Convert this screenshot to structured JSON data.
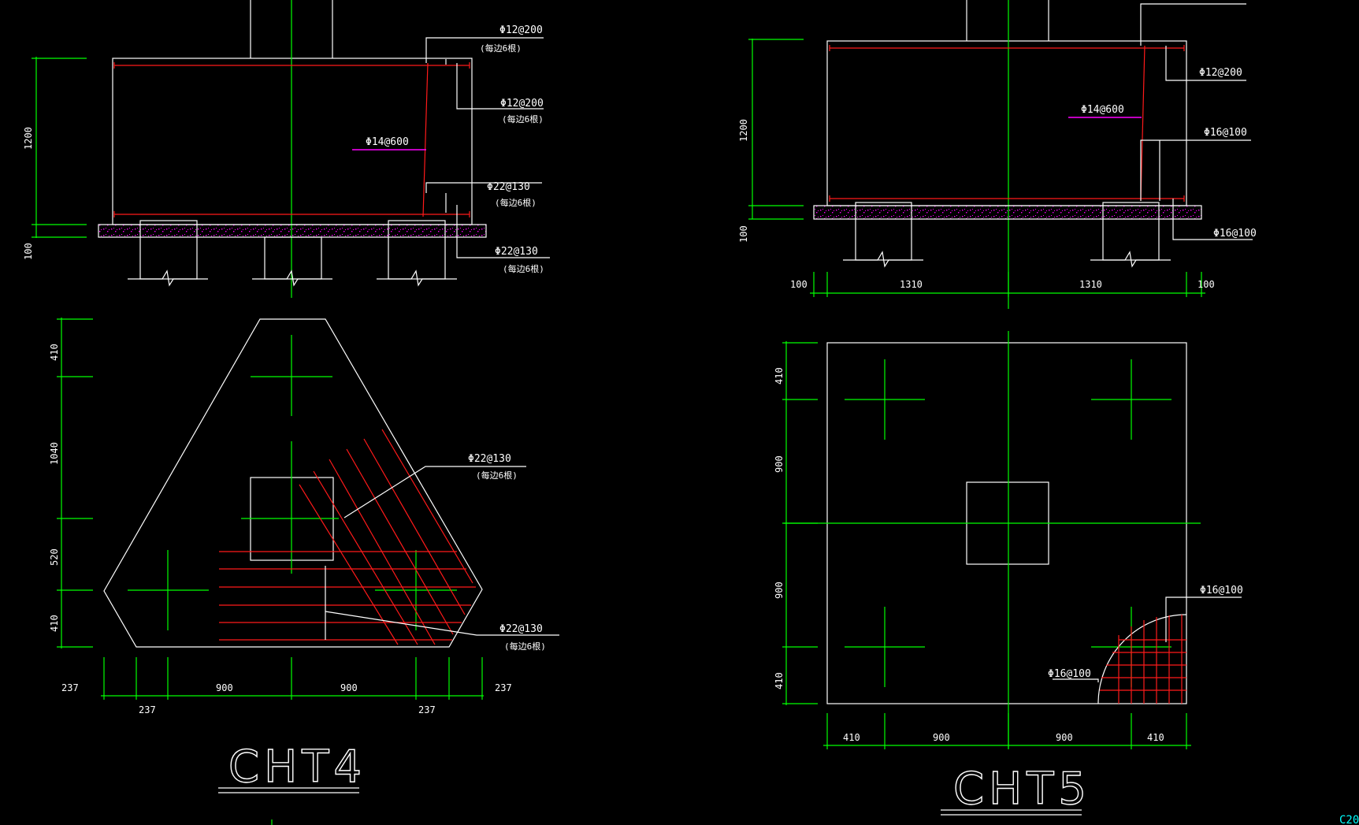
{
  "drawings": [
    {
      "title": "CHT4",
      "section_dims": {
        "height": "1200",
        "cushion": "100"
      },
      "section_rebar": [
        {
          "spec": "Φ12@200",
          "note": "(每边6根)"
        },
        {
          "spec": "Φ12@200",
          "note": "(每边6根)"
        },
        {
          "spec": "Φ14@600",
          "note": ""
        },
        {
          "spec": "Φ22@130",
          "note": "(每边6根)"
        },
        {
          "spec": "Φ22@130",
          "note": "(每边6根)"
        }
      ],
      "plan_dims_vertical": [
        "410",
        "1040",
        "520",
        "410"
      ],
      "plan_dims_bottom_top": [
        "237",
        "900",
        "900",
        "237"
      ],
      "plan_dims_bottom_low": [
        "237",
        "237"
      ],
      "plan_rebar": [
        {
          "spec": "Φ22@130",
          "note": "(每边6根)"
        },
        {
          "spec": "Φ22@130",
          "note": "(每边6根)"
        }
      ]
    },
    {
      "title": "CHT5",
      "section_dims": {
        "height": "1200",
        "cushion": "100"
      },
      "section_rebar": [
        {
          "spec": "Φ12@200",
          "note": ""
        },
        {
          "spec": "Φ14@600",
          "note": ""
        },
        {
          "spec": "Φ16@100",
          "note": ""
        },
        {
          "spec": "Φ16@100",
          "note": ""
        }
      ],
      "section_dims_bottom": [
        "100",
        "1310",
        "1310",
        "100"
      ],
      "plan_dims_vertical": [
        "410",
        "900",
        "900",
        "410"
      ],
      "plan_dims_bottom": [
        "410",
        "900",
        "900",
        "410"
      ],
      "plan_rebar": [
        {
          "spec": "Φ16@100",
          "note": ""
        },
        {
          "spec": "Φ16@100",
          "note": ""
        }
      ]
    }
  ],
  "edge_text": "C20",
  "colors": {
    "outline": "#ffffff",
    "axis": "#00ff00",
    "rebar": "#ff1a1a",
    "leader": "#ff00ff",
    "background": "#000000",
    "edge": "#00ffff"
  }
}
